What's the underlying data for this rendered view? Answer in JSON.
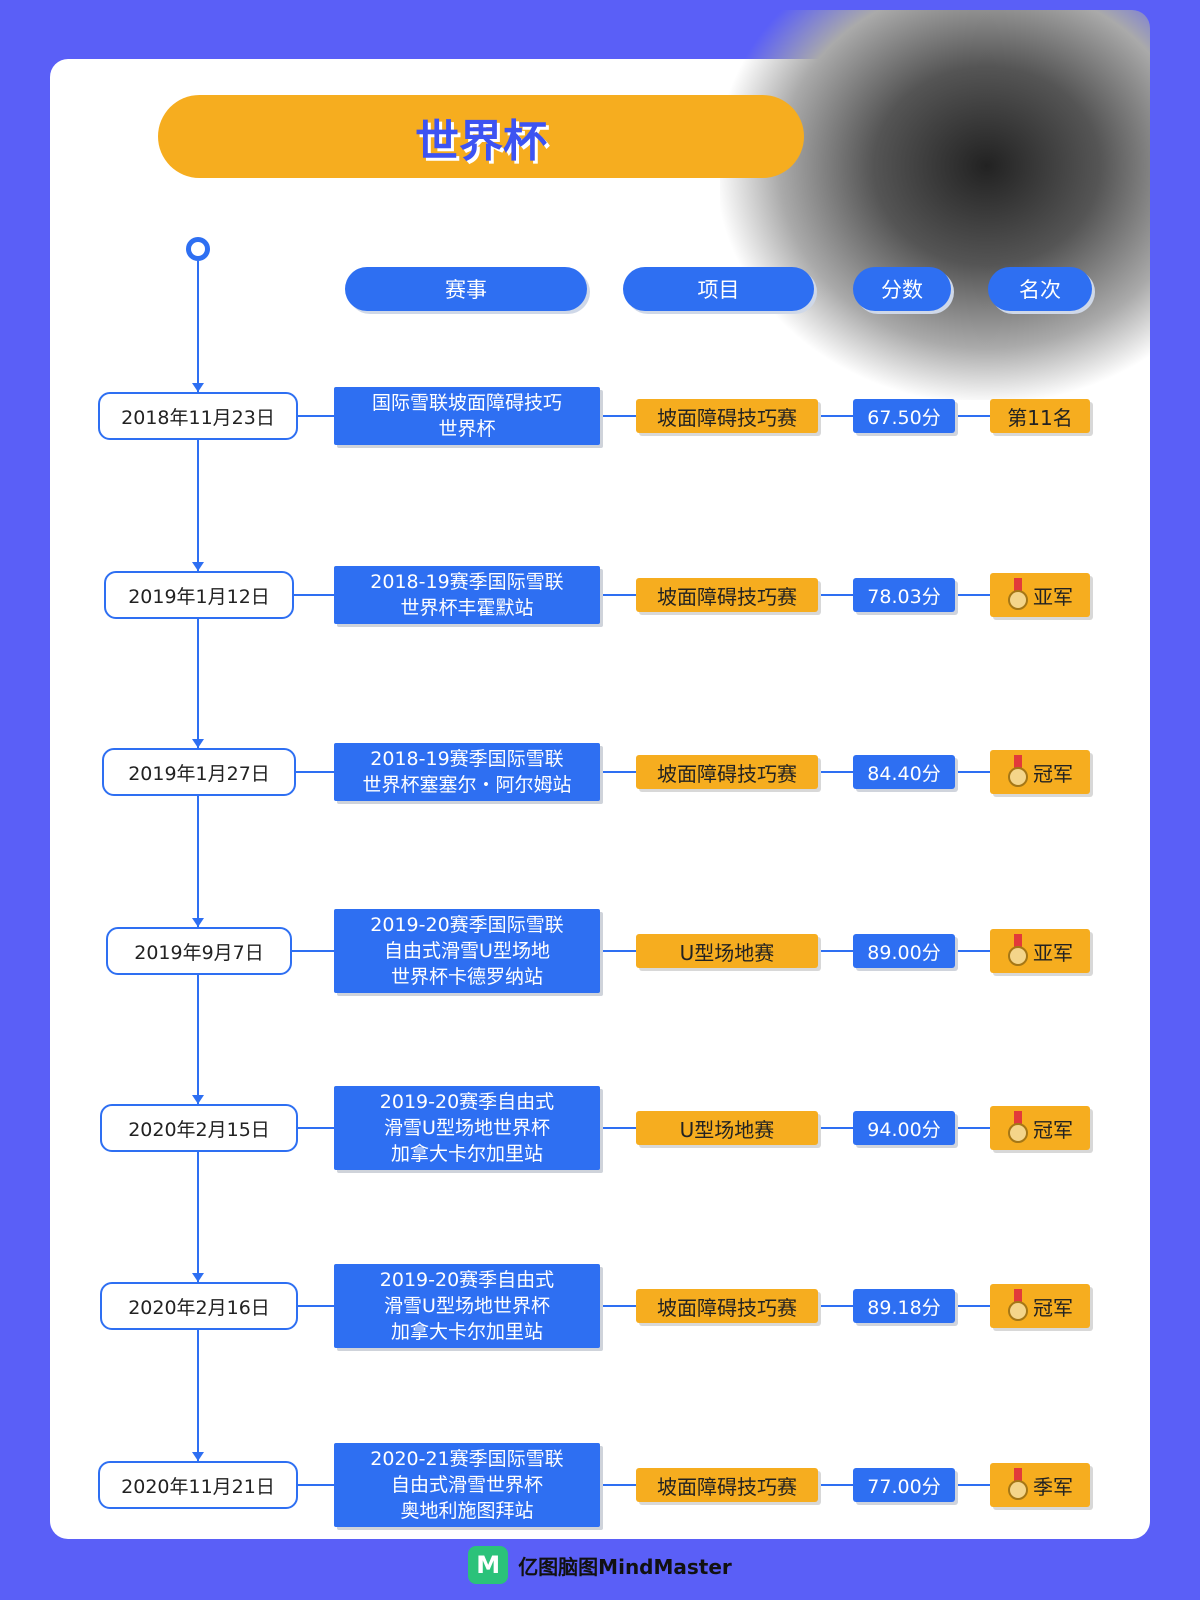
{
  "title": "世界杯",
  "headers": [
    "赛事",
    "项目",
    "分数",
    "名次"
  ],
  "rows": [
    {
      "date": "2018年11月23日",
      "event": [
        "国际雪联坡面障碍技巧",
        "世界杯"
      ],
      "project": "坡面障碍技巧赛",
      "score": "67.50分",
      "rank": "第11名",
      "medal": false
    },
    {
      "date": "2019年1月12日",
      "event": [
        "2018-19赛季国际雪联",
        "世界杯丰霍默站"
      ],
      "project": "坡面障碍技巧赛",
      "score": "78.03分",
      "rank": "亚军",
      "medal": true
    },
    {
      "date": "2019年1月27日",
      "event": [
        "2018-19赛季国际雪联",
        "世界杯塞塞尔・阿尔姆站"
      ],
      "project": "坡面障碍技巧赛",
      "score": "84.40分",
      "rank": "冠军",
      "medal": true
    },
    {
      "date": "2019年9月7日",
      "event": [
        "2019-20赛季国际雪联",
        "自由式滑雪U型场地",
        "世界杯卡德罗纳站"
      ],
      "project": "U型场地赛",
      "score": "89.00分",
      "rank": "亚军",
      "medal": true
    },
    {
      "date": "2020年2月15日",
      "event": [
        "2019-20赛季自由式",
        "滑雪U型场地世界杯",
        "加拿大卡尔加里站"
      ],
      "project": "U型场地赛",
      "score": "94.00分",
      "rank": "冠军",
      "medal": true
    },
    {
      "date": "2020年2月16日",
      "event": [
        "2019-20赛季自由式",
        "滑雪U型场地世界杯",
        "加拿大卡尔加里站"
      ],
      "project": "坡面障碍技巧赛",
      "score": "89.18分",
      "rank": "冠军",
      "medal": true
    },
    {
      "date": "2020年11月21日",
      "event": [
        "2020-21赛季国际雪联",
        "自由式滑雪世界杯",
        "奥地利施图拜站"
      ],
      "project": "坡面障碍技巧赛",
      "score": "77.00分",
      "rank": "季军",
      "medal": true
    }
  ],
  "footer": {
    "logo": "M",
    "brand": "亿图脑图MindMaster"
  }
}
